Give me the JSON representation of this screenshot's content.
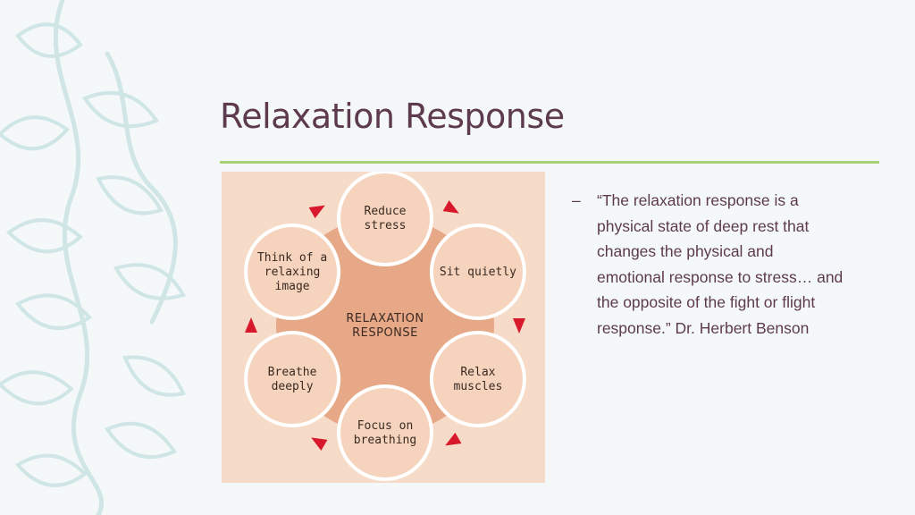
{
  "title": "Relaxation Response",
  "diagram": {
    "center": [
      "RELAXATION",
      "RESPONSE"
    ],
    "nodes": [
      {
        "lines": [
          "Reduce",
          "stress"
        ]
      },
      {
        "lines": [
          "Sit quietly"
        ]
      },
      {
        "lines": [
          "Relax",
          "muscles"
        ]
      },
      {
        "lines": [
          "Focus on",
          "breathing"
        ]
      },
      {
        "lines": [
          "Breathe",
          "deeply"
        ]
      },
      {
        "lines": [
          "Think of a",
          "relaxing",
          "image"
        ]
      }
    ]
  },
  "quote": {
    "bullet": "–",
    "text": "“The relaxation response is a\nphysical state of deep rest that\nchanges the physical and\nemotional response to stress… and\nthe opposite of the fight or flight\nresponse.”         Dr. Herbert Benson"
  },
  "colors": {
    "title": "#5e3a4e",
    "rule": "#a8cf7a",
    "panel": "#f6dcc8",
    "center": "#e7a887",
    "node_fill": "#f5d3bd",
    "arrow": "#d8192c",
    "leaf": "#cfe5e6"
  }
}
